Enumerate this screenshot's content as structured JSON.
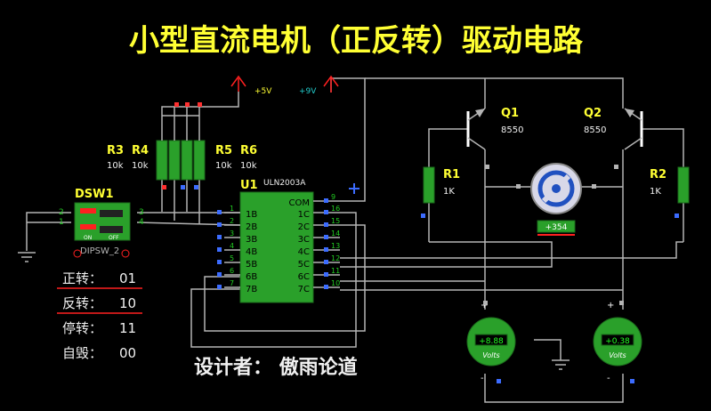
{
  "title": "小型直流电机（正反转）驱动电路",
  "designer": "设计者：  傲雨论道",
  "colors": {
    "background": "#000000",
    "wire": "#b4b4b4",
    "component_fill": "#2aa02a",
    "label_yellow": "#ffff33",
    "power_red": "#ff2020",
    "text_white": "#f0f0f0",
    "pin_red": "#ff3030",
    "pin_blue": "#3c6cff"
  },
  "power": {
    "vcc5": {
      "label": "+5V",
      "color": "#ffff33"
    },
    "vcc9": {
      "label": "+9V",
      "color": "#22cccc"
    }
  },
  "dsw1": {
    "ref": "DSW1",
    "part": "DIPSW_2",
    "left_pins": [
      "2",
      "1"
    ],
    "right_pins": [
      "3",
      "4"
    ],
    "on_label": "ON",
    "off_label": "OFF"
  },
  "resistors_left": [
    {
      "ref": "R3",
      "value": "10k"
    },
    {
      "ref": "R4",
      "value": "10k"
    },
    {
      "ref": "R5",
      "value": "10k"
    },
    {
      "ref": "R6",
      "value": "10k"
    }
  ],
  "u1": {
    "ref": "U1",
    "part": "ULN2003A",
    "left_pins": [
      {
        "num": "1",
        "name": "1B"
      },
      {
        "num": "2",
        "name": "2B"
      },
      {
        "num": "3",
        "name": "3B"
      },
      {
        "num": "4",
        "name": "4B"
      },
      {
        "num": "5",
        "name": "5B"
      },
      {
        "num": "6",
        "name": "6B"
      },
      {
        "num": "7",
        "name": "7B"
      }
    ],
    "right_pins": [
      {
        "num": "9",
        "name": "COM"
      },
      {
        "num": "16",
        "name": "1C"
      },
      {
        "num": "15",
        "name": "2C"
      },
      {
        "num": "14",
        "name": "3C"
      },
      {
        "num": "13",
        "name": "4C"
      },
      {
        "num": "12",
        "name": "5C"
      },
      {
        "num": "11",
        "name": "6C"
      },
      {
        "num": "10",
        "name": "7C"
      }
    ]
  },
  "transistors": [
    {
      "ref": "Q1",
      "part": "8550"
    },
    {
      "ref": "Q2",
      "part": "8550"
    }
  ],
  "resistors_right": [
    {
      "ref": "R1",
      "value": "1K"
    },
    {
      "ref": "R2",
      "value": "1K"
    }
  ],
  "motor": {
    "readout": "+354"
  },
  "voltmeters": [
    {
      "reading": "+8.88",
      "unit": "Volts",
      "plus": "+",
      "minus": "-"
    },
    {
      "reading": "+0.38",
      "unit": "Volts",
      "plus": "+",
      "minus": "-"
    }
  ],
  "legend": [
    {
      "label": "正转：",
      "value": "01"
    },
    {
      "label": "反转：",
      "value": "10"
    },
    {
      "label": "停转：",
      "value": "11"
    },
    {
      "label": "自毁：",
      "value": "00"
    }
  ]
}
